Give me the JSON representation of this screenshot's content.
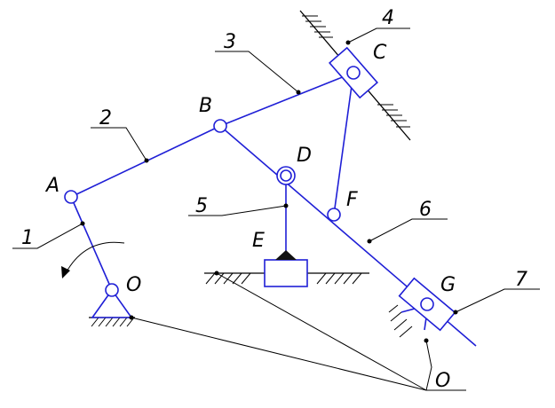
{
  "colors": {
    "mechanism": "#1f1fd6",
    "annotation": "#000000",
    "background": "#ffffff"
  },
  "icons": {
    "fixed_support": "triangle-with-hatching",
    "hinge": "circle",
    "slider_block": "rectangle",
    "guide": "hatched-line"
  },
  "labels": {
    "link_1": "1",
    "link_2": "2",
    "link_3": "3",
    "link_4": "4",
    "link_5": "5",
    "link_6": "6",
    "link_7": "7",
    "point_A": "A",
    "point_B": "B",
    "point_C": "C",
    "point_D": "D",
    "point_E": "E",
    "point_F": "F",
    "point_G": "G",
    "point_O_crank": "O",
    "point_O_ground": "O"
  }
}
